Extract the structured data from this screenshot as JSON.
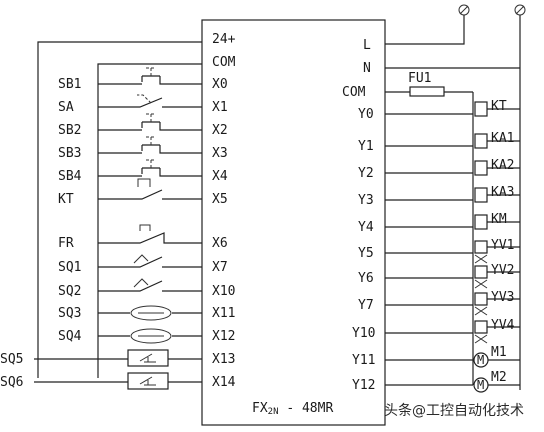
{
  "plc": {
    "model_main": "FX",
    "model_sub": "2N",
    "model_tail": " - 48MR",
    "top_labels": [
      "24+",
      "COM"
    ],
    "power_labels": [
      "L",
      "N",
      "COM"
    ]
  },
  "inputs": [
    {
      "device": "SB1",
      "terminal": "X0",
      "kind": "no-button"
    },
    {
      "device": "SA",
      "terminal": "X1",
      "kind": "switch"
    },
    {
      "device": "SB2",
      "terminal": "X2",
      "kind": "no-button"
    },
    {
      "device": "SB3",
      "terminal": "X3",
      "kind": "no-button"
    },
    {
      "device": "SB4",
      "terminal": "X4",
      "kind": "no-button"
    },
    {
      "device": "KT",
      "terminal": "X5",
      "kind": "timer-contact"
    },
    {
      "device": "FR",
      "terminal": "X6",
      "kind": "thermal-contact"
    },
    {
      "device": "SQ1",
      "terminal": "X7",
      "kind": "limit-switch"
    },
    {
      "device": "SQ2",
      "terminal": "X10",
      "kind": "limit-switch"
    },
    {
      "device": "SQ3",
      "terminal": "X11",
      "kind": "proximity-switch"
    },
    {
      "device": "SQ4",
      "terminal": "X12",
      "kind": "proximity-switch"
    },
    {
      "device": "SQ5",
      "terminal": "X13",
      "kind": "pressure-switch"
    },
    {
      "device": "SQ6",
      "terminal": "X14",
      "kind": "pressure-switch"
    }
  ],
  "outputs": [
    {
      "terminal": "Y0",
      "device": "KT",
      "kind": "coil"
    },
    {
      "terminal": "Y1",
      "device": "KA1",
      "kind": "coil"
    },
    {
      "terminal": "Y2",
      "device": "KA2",
      "kind": "coil"
    },
    {
      "terminal": "Y3",
      "device": "KA3",
      "kind": "coil"
    },
    {
      "terminal": "Y4",
      "device": "KM",
      "kind": "coil"
    },
    {
      "terminal": "Y5",
      "device": "YV1",
      "kind": "valve"
    },
    {
      "terminal": "Y6",
      "device": "YV2",
      "kind": "valve"
    },
    {
      "terminal": "Y7",
      "device": "YV3",
      "kind": "valve"
    },
    {
      "terminal": "Y10",
      "device": "YV4",
      "kind": "valve"
    },
    {
      "terminal": "Y11",
      "device": "M1",
      "kind": "motor"
    },
    {
      "terminal": "Y12",
      "device": "M2",
      "kind": "motor"
    }
  ],
  "fuse": "FU1",
  "motor_symbol": "M",
  "watermark": "头条@工控自动化技术"
}
